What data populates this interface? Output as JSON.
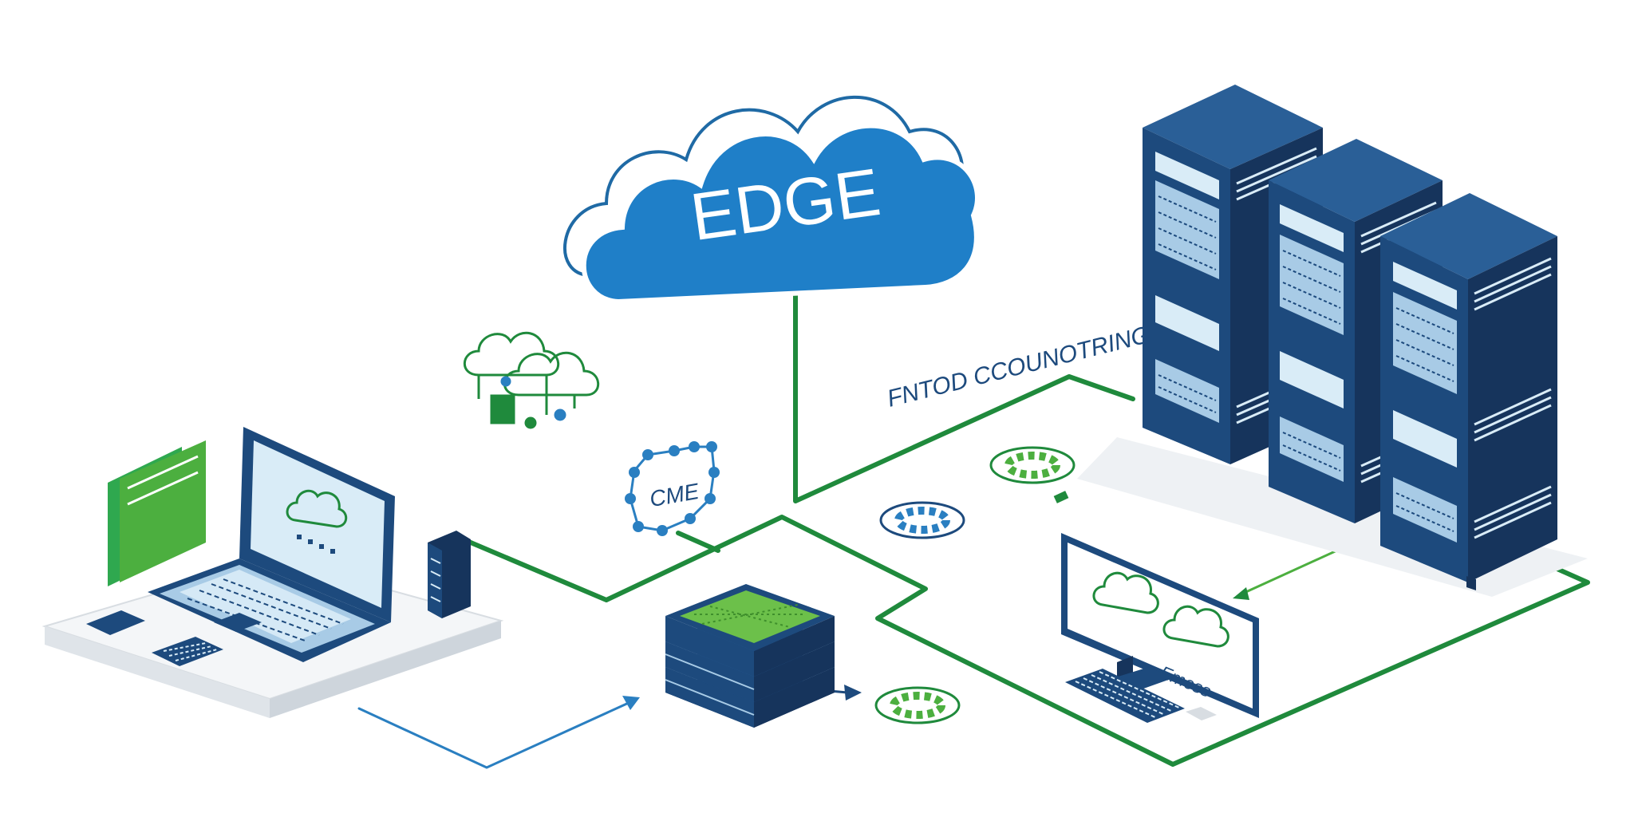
{
  "diagram": {
    "cloud_label": "EDGE",
    "link_label": "FNTOD CCOUNOTRING",
    "chip_label": "CME",
    "monitor_label": "Emoss"
  },
  "colors": {
    "connector_green": "#1f8a3c",
    "connector_blue": "#2a7fc1",
    "cloud_blue": "#1f7fc8",
    "rack_navy": "#1d4a7d",
    "rack_dark": "#16345c",
    "screen_light": "#d9ecf7",
    "accent_green": "#4caf3f"
  },
  "icons": [
    "cloud-icon",
    "laptop-icon",
    "server-rack-icon",
    "monitor-icon",
    "keyboard-icon",
    "storage-stack-icon",
    "network-nodes-icon",
    "folder-icon",
    "radial-gauge-icon"
  ]
}
